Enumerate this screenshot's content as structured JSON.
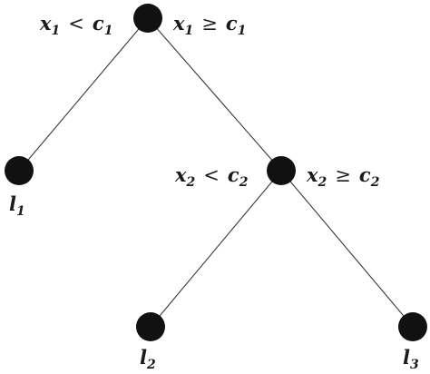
{
  "root": {
    "feature": "x",
    "feature_index": "1",
    "left_op": "<",
    "right_op": "≥",
    "threshold": "c",
    "threshold_index": "1"
  },
  "inner": {
    "feature": "x",
    "feature_index": "2",
    "left_op": "<",
    "right_op": "≥",
    "threshold": "c",
    "threshold_index": "2"
  },
  "leaves": [
    {
      "symbol": "l",
      "index": "1"
    },
    {
      "symbol": "l",
      "index": "2"
    },
    {
      "symbol": "l",
      "index": "3"
    }
  ]
}
